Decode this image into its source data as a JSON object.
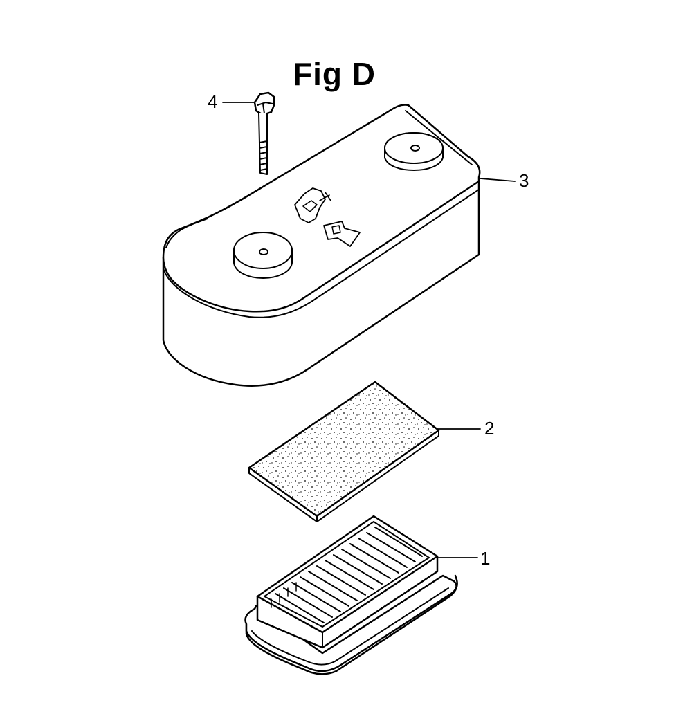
{
  "figure": {
    "title": "Fig D"
  },
  "parts": [
    {
      "number": "4",
      "part_icon": "bolt-icon"
    },
    {
      "number": "3",
      "part_icon": "air-filter-cover-icon"
    },
    {
      "number": "2",
      "part_icon": "foam-pre-filter-icon"
    },
    {
      "number": "1",
      "part_icon": "pleated-filter-element-icon"
    }
  ],
  "colors": {
    "line": "#000000",
    "background": "#ffffff"
  }
}
